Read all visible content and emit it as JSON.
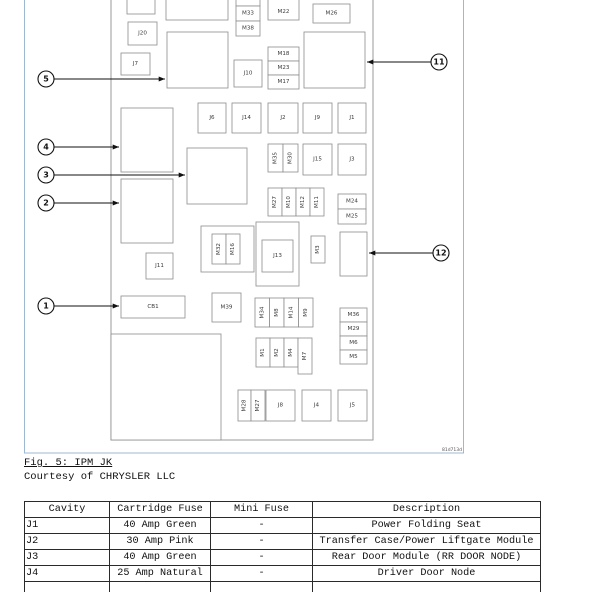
{
  "diagram": {
    "callouts": [
      "1",
      "2",
      "3",
      "4",
      "5",
      "11",
      "12"
    ],
    "label_rows": [
      [
        "M33",
        "M38",
        "M22",
        "M26"
      ],
      [
        "J20",
        "J7",
        "J10",
        "M18",
        "M23",
        "M17"
      ],
      [
        "J6",
        "J14",
        "J2",
        "J9",
        "J1"
      ],
      [
        "M35",
        "M30",
        "J15",
        "J3"
      ],
      [
        "M27",
        "M10",
        "M12",
        "M11",
        "M24",
        "M25"
      ],
      [
        "M32",
        "M16",
        "J13",
        "M3",
        "J11"
      ],
      [
        "CB1",
        "M39",
        "M34",
        "M8",
        "M14",
        "M9",
        "M36",
        "M29",
        "M6",
        "M5"
      ],
      [
        "M1",
        "M2",
        "M4",
        "M7"
      ],
      [
        "M28",
        "M27",
        "J8",
        "J4",
        "J5"
      ]
    ],
    "figure_code": "81d713d"
  },
  "caption": {
    "figure": "Fig. 5: IPM JK",
    "courtesy": "Courtesy of CHRYSLER LLC"
  },
  "table": {
    "headers": [
      "Cavity",
      "Cartridge Fuse",
      "Mini Fuse",
      "Description"
    ],
    "rows": [
      {
        "cavity": "J1",
        "cartridge_fuse": "40 Amp Green",
        "mini_fuse": "-",
        "description": "Power Folding Seat"
      },
      {
        "cavity": "J2",
        "cartridge_fuse": "30 Amp Pink",
        "mini_fuse": "-",
        "description": "Transfer Case/Power Liftgate Module"
      },
      {
        "cavity": "J3",
        "cartridge_fuse": "40 Amp Green",
        "mini_fuse": "-",
        "description": "Rear Door Module (RR DOOR NODE)"
      },
      {
        "cavity": "J4",
        "cartridge_fuse": "25 Amp Natural",
        "mini_fuse": "-",
        "description": "Driver Door Node"
      }
    ]
  }
}
